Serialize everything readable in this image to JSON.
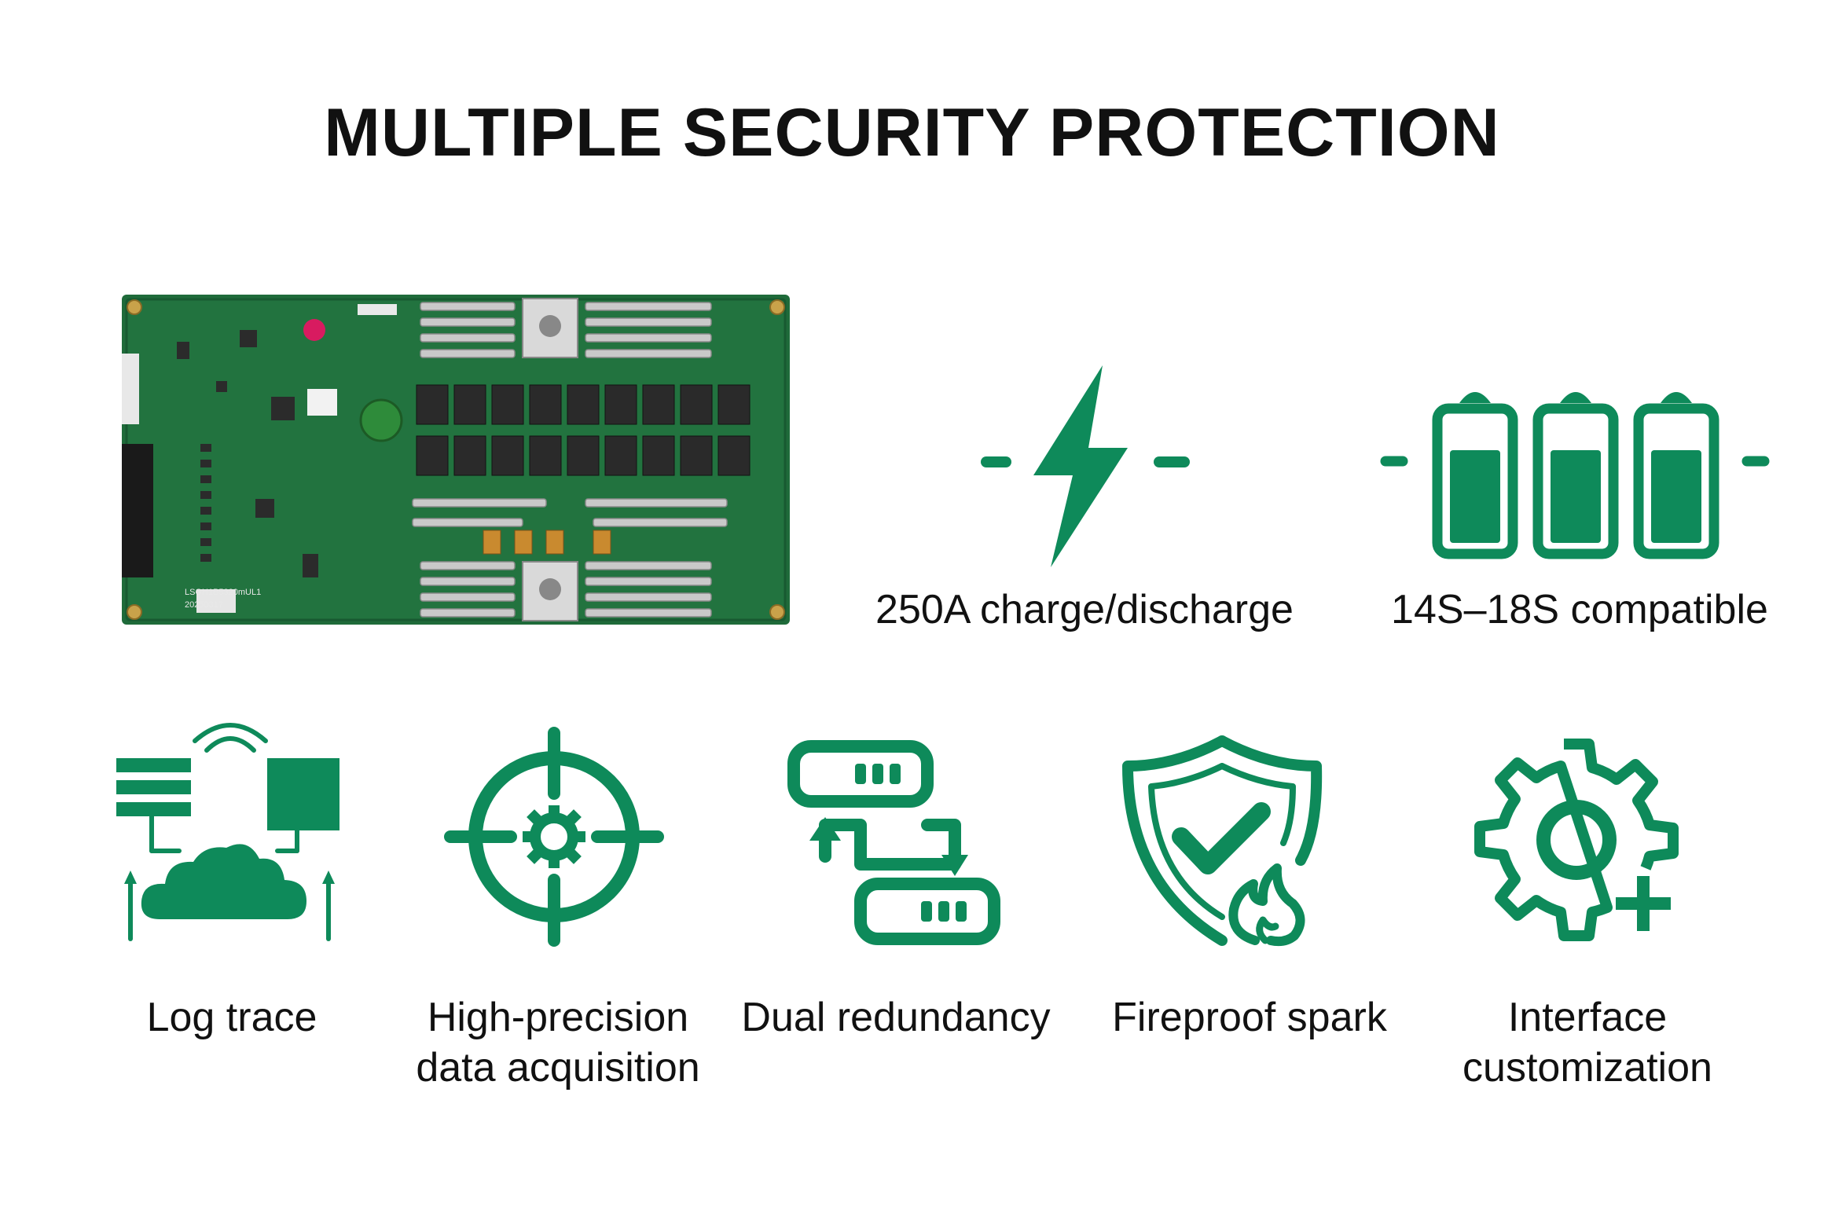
{
  "page": {
    "title": "MULTIPLE SECURITY PROTECTION"
  },
  "colors": {
    "accent": "#0e8a5a",
    "pcb": "#1f6b3a",
    "pcb_dark": "#154d2a",
    "text": "#111111"
  },
  "board": {
    "silkscreen_id": "LSGH1B5320mUL1",
    "silkscreen_date": "20250317"
  },
  "features": [
    {
      "icon": "lightning-icon",
      "label": "250A charge/discharge"
    },
    {
      "icon": "batteries-icon",
      "label": "14S–18S compatible"
    },
    {
      "icon": "cloud-log-icon",
      "label": "Log trace"
    },
    {
      "icon": "crosshair-gear-icon",
      "label": "High-precision\ndata acquisition"
    },
    {
      "icon": "redundancy-icon",
      "label": "Dual redundancy"
    },
    {
      "icon": "shield-fire-icon",
      "label": "Fireproof spark"
    },
    {
      "icon": "gear-plus-icon",
      "label": "Interface\ncustomization"
    }
  ]
}
